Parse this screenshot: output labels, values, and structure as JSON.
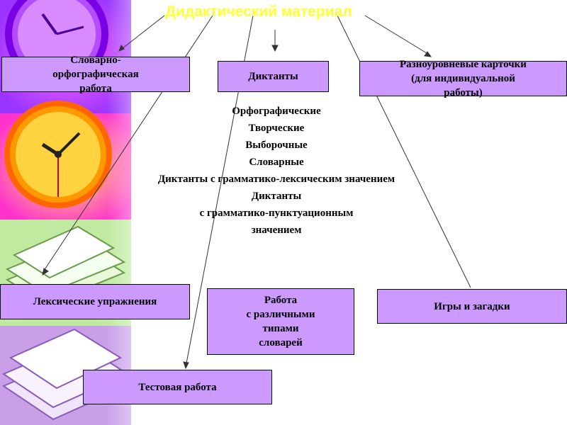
{
  "title": "Дидактический материал",
  "boxes": {
    "spelling": [
      "Словарно-",
      "орфографическая",
      "работа"
    ],
    "dictation": [
      "Диктанты"
    ],
    "cards": [
      "Разноуровневые карточки",
      "(для индивидуальной",
      "работы)"
    ],
    "lexical": [
      "Лексические упражнения"
    ],
    "dictionaries": [
      "Работа",
      "с различными",
      "типами",
      "словарей"
    ],
    "games": [
      "Игры и загадки"
    ],
    "test": [
      "Тестовая работа"
    ]
  },
  "dictation_types": [
    "Орфографические",
    "Творческие",
    "Выборочные",
    "Словарные",
    "Диктанты с грамматико-лексическим значением",
    "Диктанты",
    "с грамматико-пунктуационным",
    "значением"
  ],
  "colors": {
    "box_fill": "#cc99ff",
    "title": "#ffff33"
  }
}
